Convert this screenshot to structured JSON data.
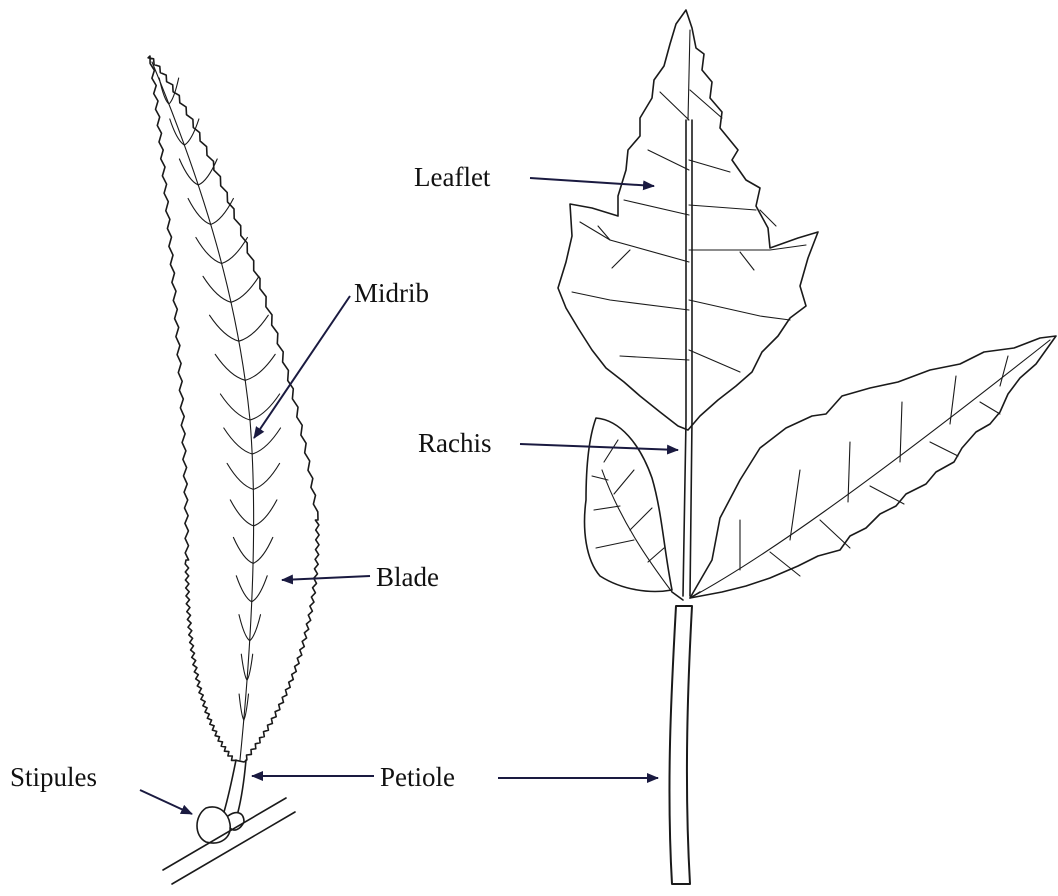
{
  "labels": {
    "leaflet": "Leaflet",
    "midrib": "Midrib",
    "rachis": "Rachis",
    "blade": "Blade",
    "stipules": "Stipules",
    "petiole": "Petiole"
  },
  "colors": {
    "ink": "#1a1a1a",
    "pointer": "#1a1a40",
    "background": "#ffffff"
  }
}
